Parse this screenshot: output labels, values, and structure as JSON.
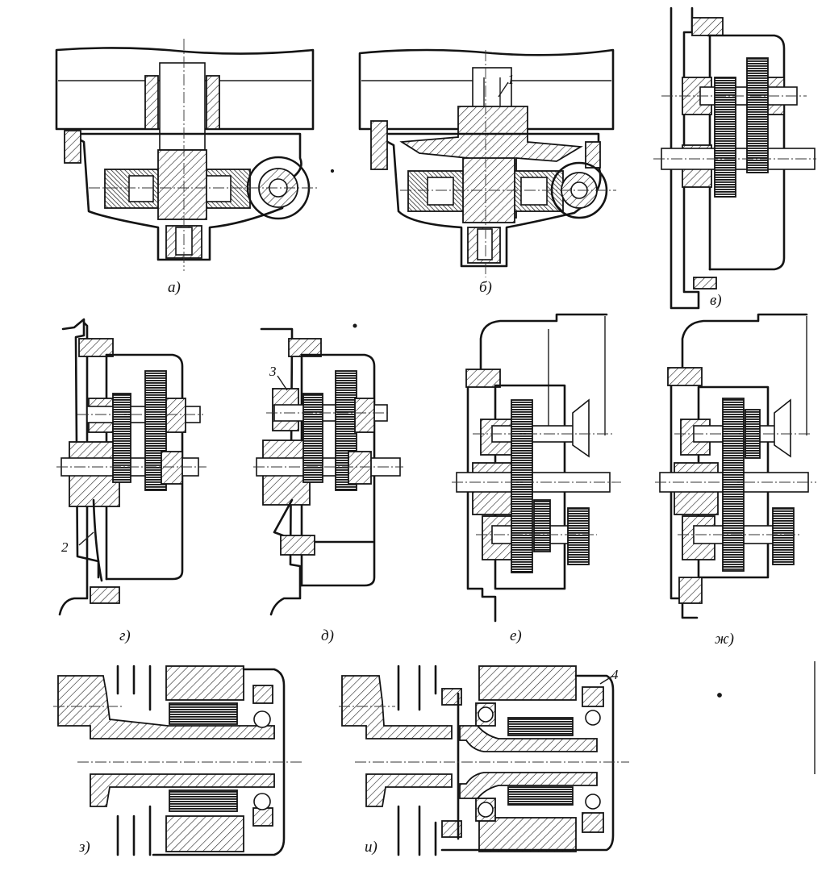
{
  "figure": {
    "panel_labels": {
      "a": "а)",
      "b": "б)",
      "v": "в)",
      "g": "г)",
      "d": "д)",
      "e": "е)",
      "zh": "ж)",
      "z": "з)",
      "i": "и)"
    },
    "callouts": {
      "one": "1",
      "two": "2",
      "three": "3",
      "four": "4"
    }
  }
}
